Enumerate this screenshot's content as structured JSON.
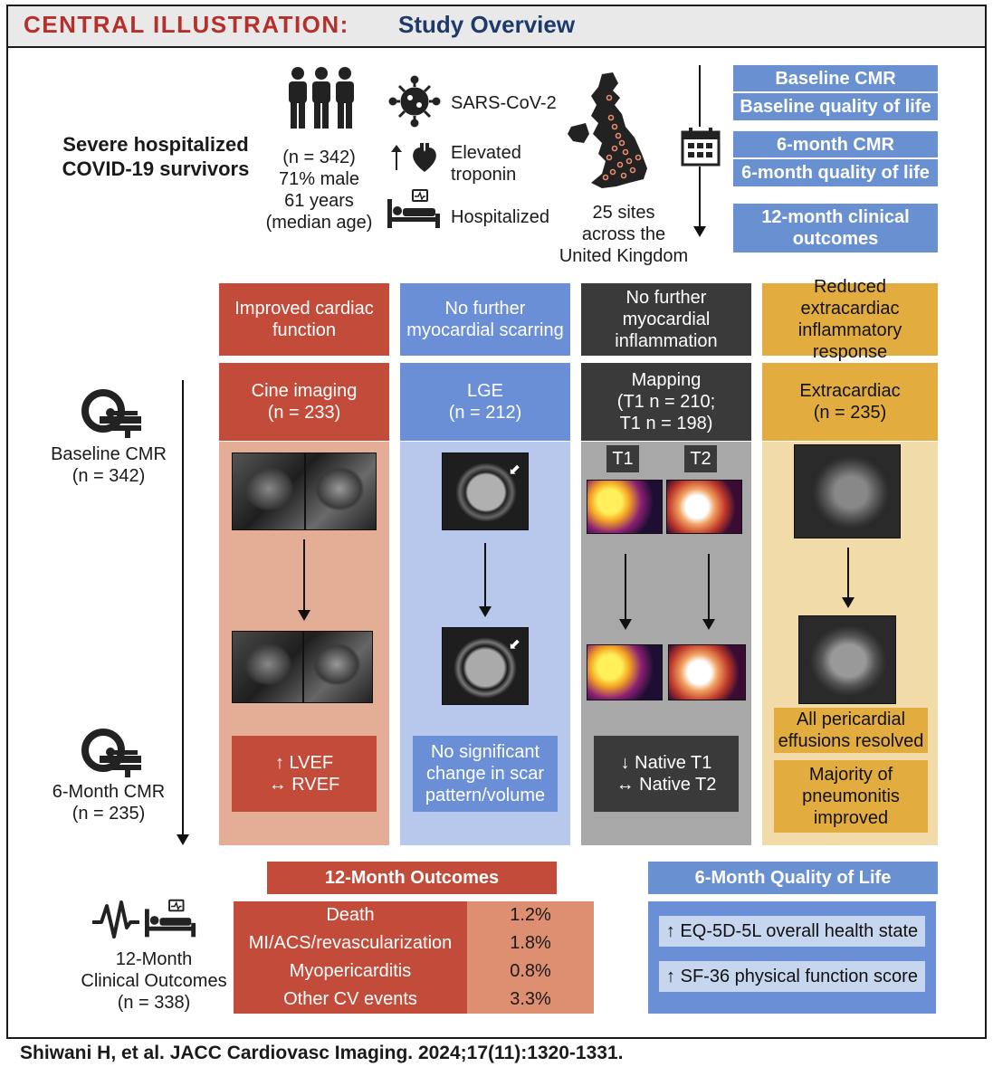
{
  "header": {
    "title": "CENTRAL ILLUSTRATION:",
    "subtitle": "Study Overview"
  },
  "population": {
    "title_line1": "Severe hospitalized",
    "title_line2": "COVID-19 survivors",
    "stats": [
      "(n = 342)",
      "71% male",
      "61 years",
      "(median age)"
    ]
  },
  "criteria": {
    "virus": "SARS-CoV-2",
    "troponin_line1": "Elevated",
    "troponin_line2": "troponin",
    "hospital": "Hospitalized"
  },
  "sites": [
    "25 sites",
    "across the",
    "United Kingdom"
  ],
  "timeline_boxes": [
    "Baseline CMR",
    "Baseline quality of life",
    "6-month CMR",
    "6-month quality of life",
    "12-month clinical outcomes"
  ],
  "timeline_left": {
    "baseline": [
      "Baseline CMR",
      "(n = 342)"
    ],
    "six_month": [
      "6-Month CMR",
      "(n = 235)"
    ],
    "twelve_month": [
      "12-Month",
      "Clinical Outcomes",
      "(n = 338)"
    ]
  },
  "columns": [
    {
      "finding": [
        "Improved cardiac",
        "function"
      ],
      "method": [
        "Cine imaging",
        "(n = 233)"
      ],
      "result": [
        "↑ LVEF",
        "↔ RVEF"
      ]
    },
    {
      "finding": [
        "No further",
        "myocardial scarring"
      ],
      "method": [
        "LGE",
        "(n = 212)"
      ],
      "result": [
        "No significant",
        "change in scar",
        "pattern/volume"
      ]
    },
    {
      "finding": [
        "No further",
        "myocardial",
        "inflammation"
      ],
      "method": [
        "Mapping",
        "(T1 n = 210;",
        "T1 n = 198)"
      ],
      "result": [
        "↓ Native T1",
        "↔ Native T2"
      ],
      "tags": [
        "T1",
        "T2"
      ]
    },
    {
      "finding": [
        "Reduced extracardiac",
        "inflammatory",
        "response"
      ],
      "method": [
        "Extracardiac",
        "(n = 235)"
      ],
      "result_a": [
        "All pericardial",
        "effusions resolved"
      ],
      "result_b": [
        "Majority of",
        "pneumonitis",
        "improved"
      ]
    }
  ],
  "outcomes": {
    "title": "12-Month Outcomes",
    "rows": [
      {
        "label": "Death",
        "value": "1.2%"
      },
      {
        "label": "MI/ACS/revascularization",
        "value": "1.8%"
      },
      {
        "label": "Myopericarditis",
        "value": "0.8%"
      },
      {
        "label": "Other CV events",
        "value": "3.3%"
      }
    ]
  },
  "qol": {
    "title": "6-Month Quality of Life",
    "items": [
      "↑ EQ-5D-5L overall health state",
      "↑ SF-36 physical function score"
    ]
  },
  "citation": "Shiwani H, et al. JACC Cardiovasc Imaging. 2024;17(11):1320-1331.",
  "colors": {
    "red": "#c24b3a",
    "blue": "#6a8fd6",
    "dark": "#3a3a3a",
    "gold": "#e2ad3e",
    "title_red": "#b5302a",
    "title_navy": "#1d3a6b"
  },
  "icons": [
    "people-icon",
    "virus-icon",
    "heart-icon",
    "hospital-bed-icon",
    "uk-map-icon",
    "calendar-icon",
    "mri-scanner-icon",
    "ecg-icon"
  ]
}
